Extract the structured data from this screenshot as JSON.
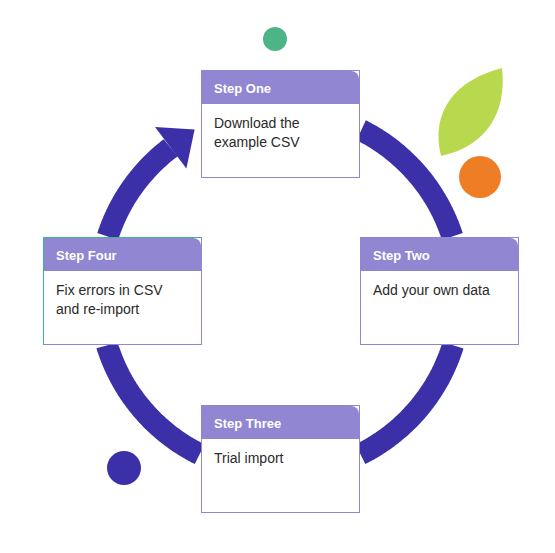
{
  "diagram": {
    "nodes": [
      {
        "text": [
          "Step One",
          "Download the example CSV"
        ]
      },
      {
        "text": [
          "Step Two",
          "Add your own data"
        ]
      },
      {
        "text": [
          "Step Three",
          "Trial import"
        ]
      },
      {
        "text": [
          "Step Four",
          "Fix errors in CSV and re-import"
        ]
      }
    ],
    "edges": [
      {
        "from": 0,
        "to": 1,
        "arrow": "none"
      },
      {
        "from": 1,
        "to": 2,
        "arrow": "none"
      },
      {
        "from": 2,
        "to": 3,
        "arrow": "none"
      },
      {
        "from": 3,
        "to": 0,
        "arrow": "to"
      }
    ]
  }
}
